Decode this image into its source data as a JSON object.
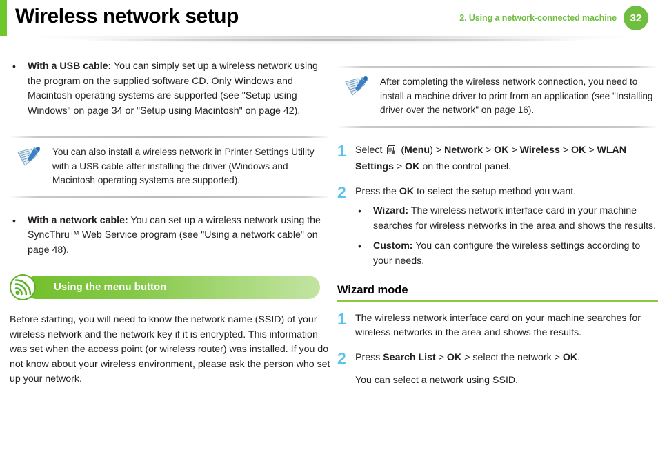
{
  "header": {
    "title": "Wireless network setup",
    "chapter_label": "2.  Using a network-connected machine",
    "page_number": "32",
    "accent_color": "#6fc72e",
    "badge_color": "#6fbe3f"
  },
  "left_column": {
    "bullets": [
      {
        "mark": "•",
        "lead": "With a USB cable:",
        "text": " You can simply set up a wireless network using the program on the supplied software CD. Only Windows and Macintosh operating systems are supported (see \"Setup using Windows\" on page 34 or \"Setup using Macintosh\" on page 42)."
      }
    ],
    "note": {
      "icon": "note-paper-pen-icon",
      "text": "You can also install a wireless network in Printer Settings Utility with a USB cable after installing the driver (Windows and Macintosh operating systems are supported)."
    },
    "bullets2": [
      {
        "mark": "•",
        "lead": "With a network cable:",
        "text": " You can set up a wireless network using the SyncThru™ Web Service program (see \"Using a network cable\" on page 48)."
      }
    ],
    "banner": {
      "label": "Using the menu button",
      "icon": "wireless-signal-icon",
      "color_start": "#72c02c",
      "color_end": "#c3e4a2"
    },
    "paragraph": "Before starting, you will need to know the network name (SSID) of your wireless network and the network key if it is encrypted. This information was set when the access point (or wireless router) was installed. If you do not know about your wireless environment, please ask the person who set up your network."
  },
  "right_column": {
    "note": {
      "icon": "note-paper-pen-icon",
      "text": "After completing the wireless network connection, you need to install a machine driver to print from an application (see \"Installing driver over the network\" on page 16)."
    },
    "steps": [
      {
        "num": "1",
        "segments": [
          {
            "t": "Select ",
            "bold": false
          },
          {
            "t": "menu-icon",
            "bold": false,
            "icon": true
          },
          {
            "t": " (",
            "bold": false
          },
          {
            "t": "Menu",
            "bold": true
          },
          {
            "t": ") > ",
            "bold": false
          },
          {
            "t": "Network",
            "bold": true
          },
          {
            "t": " > ",
            "bold": false
          },
          {
            "t": "OK",
            "bold": true
          },
          {
            "t": " > ",
            "bold": false
          },
          {
            "t": "Wireless",
            "bold": true
          },
          {
            "t": " > ",
            "bold": false
          },
          {
            "t": "OK",
            "bold": true
          },
          {
            "t": " > ",
            "bold": false
          },
          {
            "t": "WLAN Settings",
            "bold": true
          },
          {
            "t": " > ",
            "bold": false
          },
          {
            "t": "OK",
            "bold": true
          },
          {
            "t": " on the control panel.",
            "bold": false
          }
        ]
      },
      {
        "num": "2",
        "segments": [
          {
            "t": "Press the ",
            "bold": false
          },
          {
            "t": "OK",
            "bold": true
          },
          {
            "t": " to select the setup method you want.",
            "bold": false
          }
        ],
        "sub_bullets": [
          {
            "mark": "•",
            "lead": "Wizard:",
            "text": " The wireless network interface card in your machine searches for wireless networks in the area and shows the results."
          },
          {
            "mark": "•",
            "lead": "Custom:",
            "text": " You can configure the wireless settings according to your needs."
          }
        ]
      }
    ],
    "sub_heading": "Wizard mode",
    "sub_heading_rule_color": "#8dc63f",
    "steps2": [
      {
        "num": "1",
        "segments": [
          {
            "t": "The wireless network interface card on your machine searches for wireless networks in the area and shows the results.",
            "bold": false
          }
        ]
      },
      {
        "num": "2",
        "segments": [
          {
            "t": "Press ",
            "bold": false
          },
          {
            "t": "Search List",
            "bold": true
          },
          {
            "t": " > ",
            "bold": false
          },
          {
            "t": "OK",
            "bold": true
          },
          {
            "t": " > select the network > ",
            "bold": false
          },
          {
            "t": "OK",
            "bold": true
          },
          {
            "t": ".",
            "bold": false
          }
        ],
        "extra": "You can select a network using SSID."
      }
    ]
  },
  "colors": {
    "step_number": "#58c3ec",
    "green_accent": "#6fc72e",
    "text": "#231f20"
  }
}
